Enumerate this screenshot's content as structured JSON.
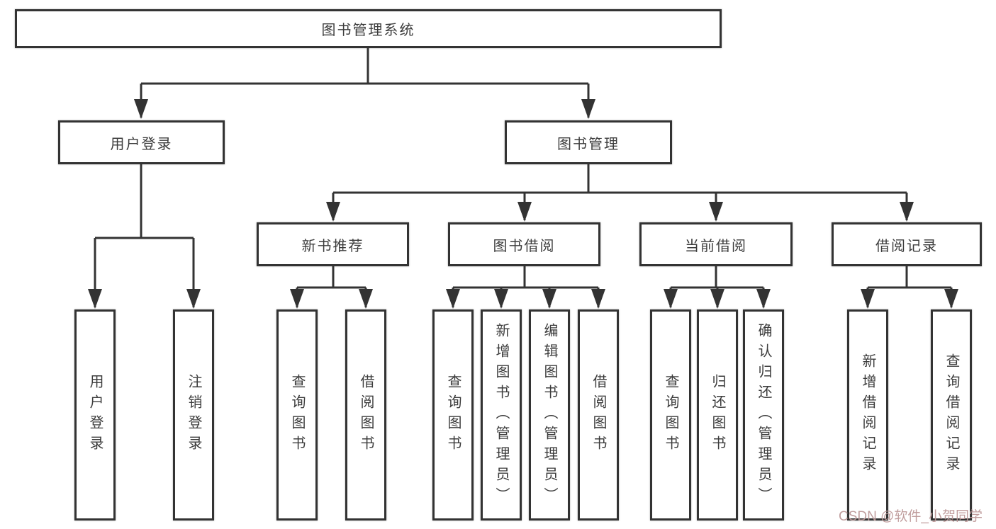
{
  "diagram": {
    "root": {
      "label": "图书管理系统"
    },
    "level2": [
      {
        "label": "用户登录",
        "leaves": [
          {
            "label": "用户登录"
          },
          {
            "label": "注销登录"
          }
        ]
      },
      {
        "label": "图书管理",
        "groups": [
          {
            "label": "新书推荐",
            "leaves": [
              {
                "label": "查询图书"
              },
              {
                "label": "借阅图书"
              }
            ]
          },
          {
            "label": "图书借阅",
            "leaves": [
              {
                "label": "查询图书"
              },
              {
                "label": "新增图书（管理员）"
              },
              {
                "label": "编辑图书（管理员）"
              },
              {
                "label": "借阅图书"
              }
            ]
          },
          {
            "label": "当前借阅",
            "leaves": [
              {
                "label": "查询图书"
              },
              {
                "label": "归还图书"
              },
              {
                "label": "确认归还（管理员）"
              }
            ]
          },
          {
            "label": "借阅记录",
            "leaves": [
              {
                "label": "新增借阅记录"
              },
              {
                "label": "查询借阅记录"
              }
            ]
          }
        ]
      }
    ],
    "watermark": "CSDN @软件_小贺同学",
    "colors": {
      "line": "#333333",
      "text": "#3c3c3c",
      "box_background": "#ffffff",
      "watermark": "#bd9898"
    }
  }
}
